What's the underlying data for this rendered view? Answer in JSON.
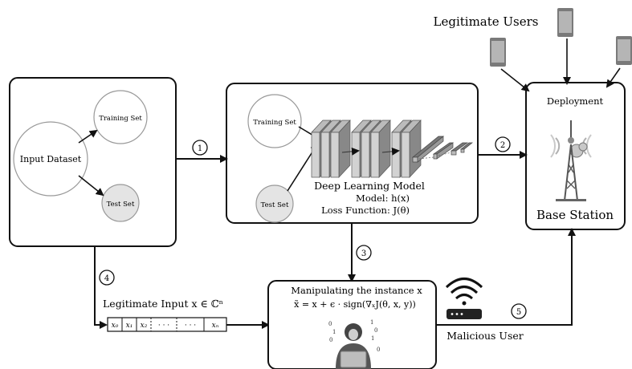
{
  "input_box": {
    "dataset": "Input Dataset",
    "training": "Training Set",
    "test": "Test Set"
  },
  "model_box": {
    "training": "Training Set",
    "test": "Test Set",
    "title": "Deep Learning Model",
    "model": "Model: h(x)",
    "loss": "Loss Function: J(θ)"
  },
  "deployment_box": {
    "title": "Deployment",
    "station": "Base Station"
  },
  "users_label": "Legitimate Users",
  "attack_box": {
    "title": "Manipulating the instance x",
    "formula": "x̃ = x + ϵ · sign(∇ₓJ(θ, x, y))"
  },
  "legit_input": "Legitimate Input x ∈ ℂⁿ",
  "vector_cells": [
    "x₀",
    "x₁",
    "x₂",
    "· · ·",
    "· · ·",
    "xₙ"
  ],
  "malicious": "Malicious User",
  "step_numbers": [
    "1",
    "2",
    "3",
    "4",
    "5"
  ]
}
